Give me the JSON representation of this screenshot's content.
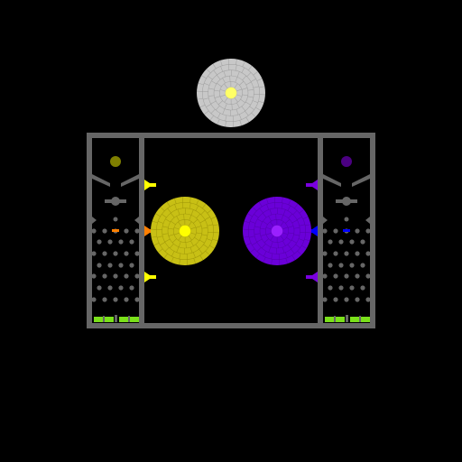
{
  "colors": {
    "background": "#000000",
    "wall": "#666666",
    "peg": "#666666",
    "bin": "#7ae01a",
    "center_orb": "#c8c8c8",
    "center_orb_core": "#ffff66",
    "left_player": "#c8c015",
    "left_player_core": "#ffff00",
    "right_player": "#6a00d8",
    "right_player_core": "#9a20ff",
    "left_drop_ball": "#7f7f00",
    "right_drop_ball": "#4b0082",
    "left_marble": "#ff7f00",
    "right_marble": "#0000ff"
  },
  "left_arena": {
    "player_icon": "yellow-disc-icon",
    "cannons": [
      {
        "slot": "top",
        "color": "#ffff00"
      },
      {
        "slot": "middle",
        "color": "#ff7f00"
      },
      {
        "slot": "bottom",
        "color": "#ffff00"
      }
    ]
  },
  "right_arena": {
    "player_icon": "purple-disc-icon",
    "cannons": [
      {
        "slot": "top",
        "color": "#7a00e0"
      },
      {
        "slot": "middle",
        "color": "#0000ff"
      },
      {
        "slot": "bottom",
        "color": "#7a00e0"
      }
    ]
  },
  "center_orb": {
    "icon": "white-disc-icon"
  }
}
